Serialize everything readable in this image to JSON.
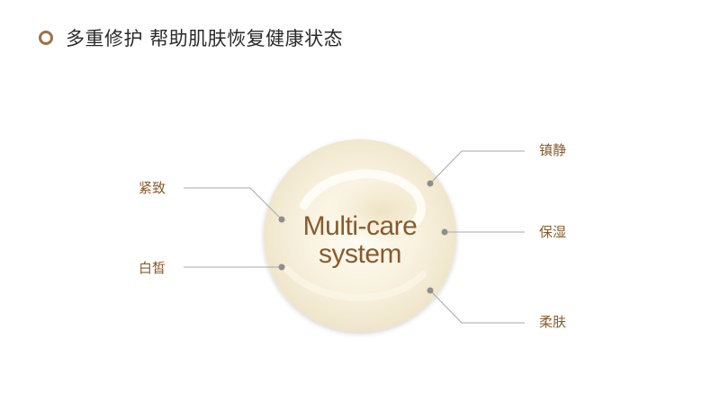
{
  "header": {
    "title": "多重修护 帮助肌肤恢复健康状态",
    "bullet_icon": "ring-bullet-icon"
  },
  "colors": {
    "accent": "#9c7345",
    "label": "#8a5a2b",
    "title": "#2a2a2a",
    "connector_line": "#a8a8a8",
    "dot": "#8e8e8e",
    "cream_light": "#fffdf4",
    "cream_mid": "#f4ecd6",
    "cream_edge": "#efe6cd"
  },
  "diagram": {
    "center_line1": "Multi-care",
    "center_line2": "system",
    "labels": {
      "firming": "紧致",
      "whitening": "白皙",
      "soothing": "镇静",
      "moisturizing": "保湿",
      "softening": "柔肤"
    }
  }
}
